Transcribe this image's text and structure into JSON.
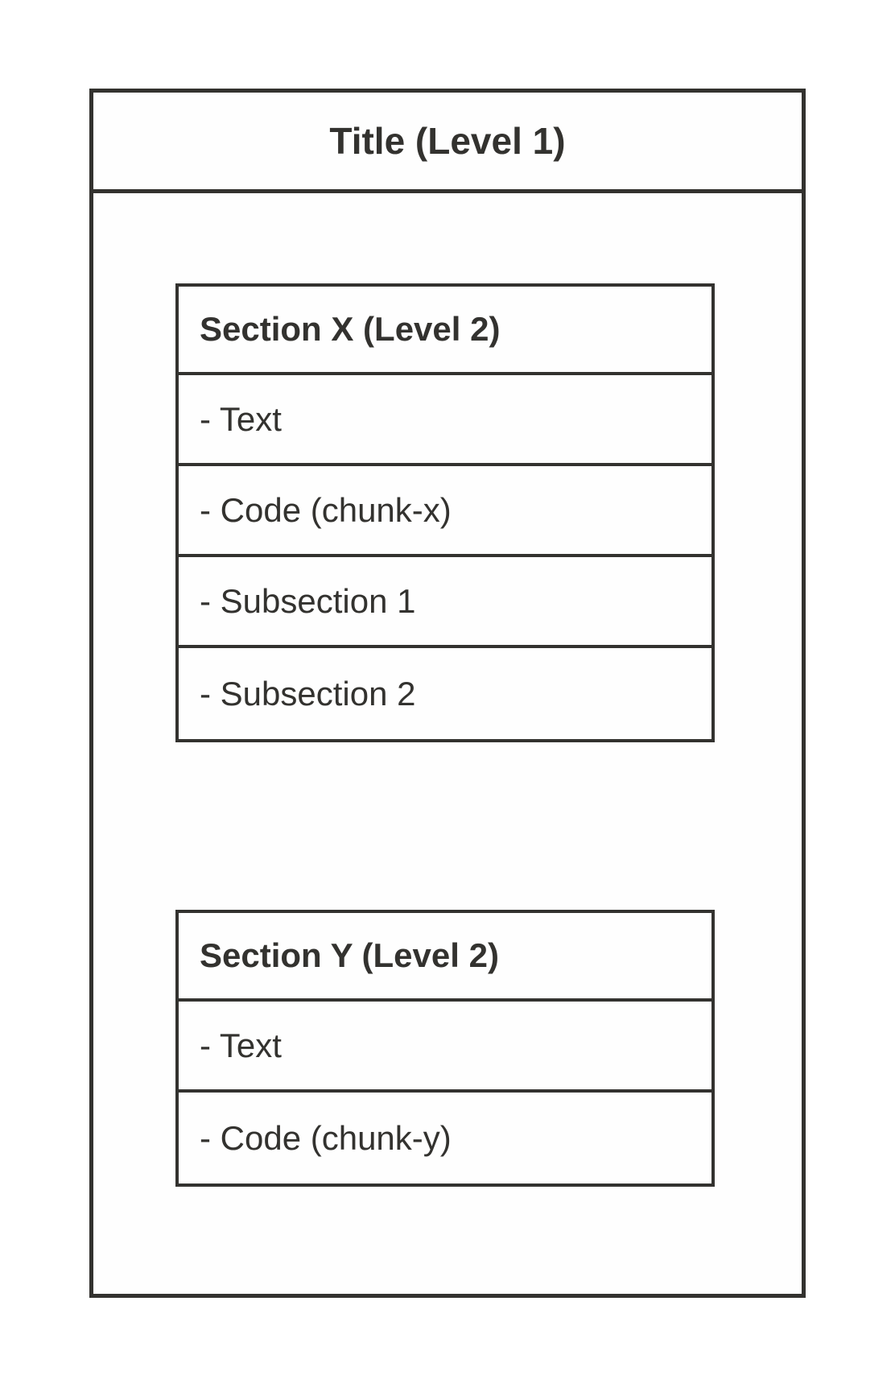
{
  "document": {
    "title": "Title (Level 1)",
    "title_level": 1,
    "border_color": "#33322f",
    "background_color": "#ffffff"
  },
  "sections": [
    {
      "id": "section-x",
      "heading": "Section X (Level 2)",
      "level": 2,
      "rows": [
        {
          "label": "- Text"
        },
        {
          "label": "- Code (chunk-x)"
        },
        {
          "label": "- Subsection 1"
        },
        {
          "label": "- Subsection 2"
        }
      ]
    },
    {
      "id": "section-y",
      "heading": "Section Y (Level 2)",
      "level": 2,
      "rows": [
        {
          "label": "- Text"
        },
        {
          "label": "- Code (chunk-y)"
        }
      ]
    }
  ]
}
